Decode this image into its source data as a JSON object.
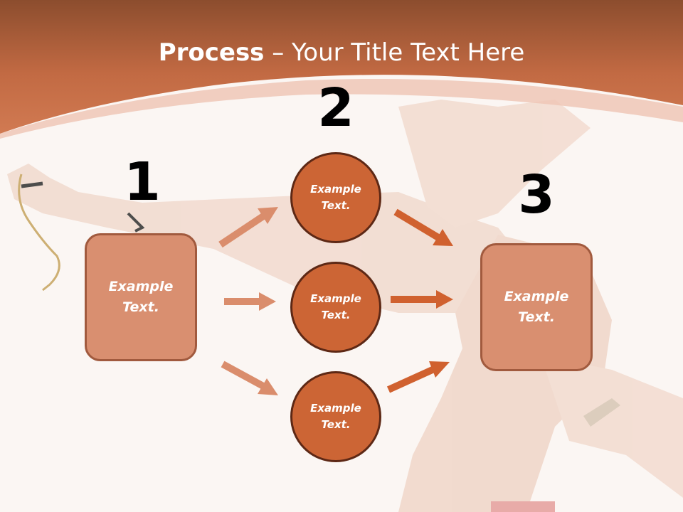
{
  "title": {
    "bold": "Process",
    "rest": " – Your Title Text Here"
  },
  "steps": [
    {
      "number": "1",
      "text": "Example Text."
    },
    {
      "number": "2",
      "circles": [
        "Example Text.",
        "Example Text.",
        "Example Text."
      ]
    },
    {
      "number": "3",
      "text": "Example Text."
    }
  ],
  "colors": {
    "header": "#c66f48",
    "box_fill": "#d98f70",
    "circle_fill": "#cc6535",
    "arrow_light": "#da8d6c",
    "arrow_dark": "#d0612f"
  }
}
